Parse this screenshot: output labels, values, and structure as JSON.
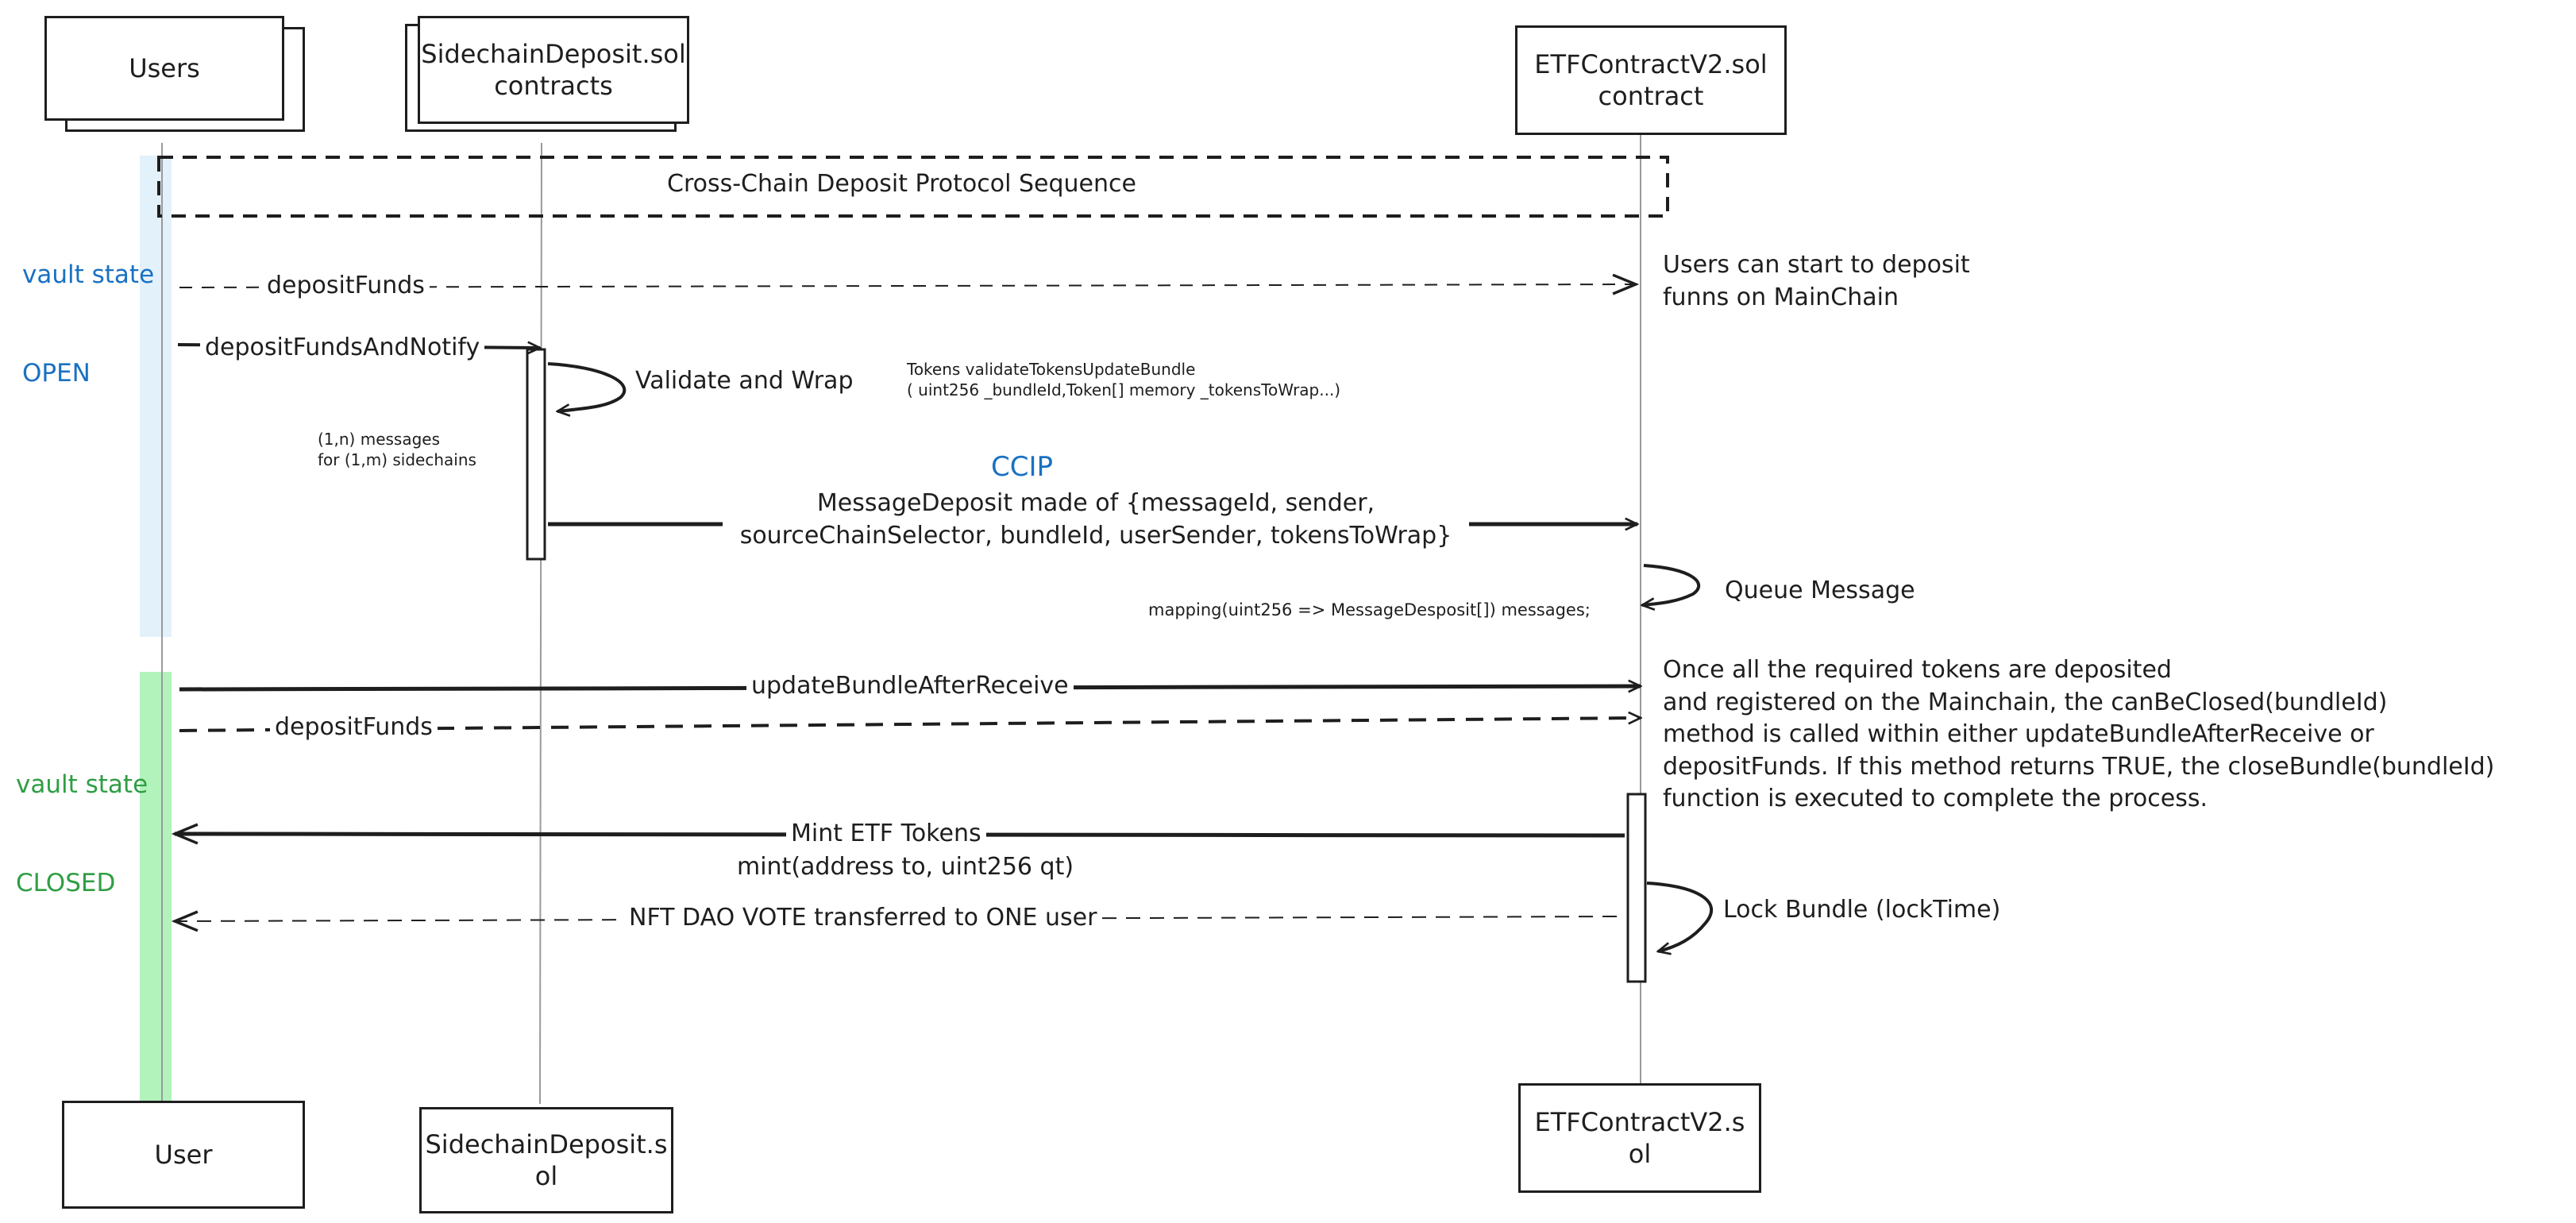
{
  "participants": {
    "top": {
      "users": "Users",
      "sidechain": "SidechainDeposit.sol\ncontracts",
      "etf": "ETFContractV2.sol\ncontract"
    },
    "bottom": {
      "users": "User",
      "sidechain": "SidechainDeposit.s\nol",
      "etf": "ETFContractV2.s\nol"
    }
  },
  "group": {
    "title": "Cross-Chain Deposit Protocol Sequence"
  },
  "vault_state": {
    "open": {
      "label": "vault\nstate",
      "state": "OPEN",
      "color": "#1971c2",
      "band_color": "#e3f1fb"
    },
    "closed": {
      "label": "vault\nstate",
      "state": "CLOSED",
      "color": "#2f9e44",
      "band_color": "#b2f2bb"
    }
  },
  "messages": {
    "deposit_funds_1": "depositFunds",
    "deposit_funds_and_notify": "depositFundsAndNotify",
    "validate_and_wrap": "Validate and Wrap",
    "ccip_title": "CCIP",
    "ccip_title_color": "#1971c2",
    "message_deposit": "MessageDeposit made of {messageId, sender,\nsourceChainSelector, bundleId, userSender, tokensToWrap}",
    "queue_message": "Queue Message",
    "update_bundle": "updateBundleAfterReceive",
    "deposit_funds_2": "depositFunds",
    "mint_etf": "Mint ETF Tokens",
    "mint_signature": "mint(address to, uint256 qt)",
    "lock_bundle": "Lock Bundle (lockTime)",
    "nft_vote": "NFT DAO VOTE transferred to ONE user"
  },
  "notes": {
    "users_can_deposit": "Users can start to deposit\nfunns on MainChain",
    "validate_tokens": "Tokens validateTokensUpdateBundle\n( uint256 _bundleId,Token[] memory _tokensToWrap...)",
    "messages_count": "(1,n) messages\nfor (1,m) sidechains",
    "mapping": "mapping(uint256 => MessageDesposit[]) messages;",
    "close_bundle": "Once all the required tokens are deposited\nand registered on the Mainchain, the canBeClosed(bundleId)\nmethod is called within either updateBundleAfterReceive or\ndepositFunds. If this method returns TRUE, the closeBundle(bundleId)\nfunction is executed to complete the process."
  }
}
